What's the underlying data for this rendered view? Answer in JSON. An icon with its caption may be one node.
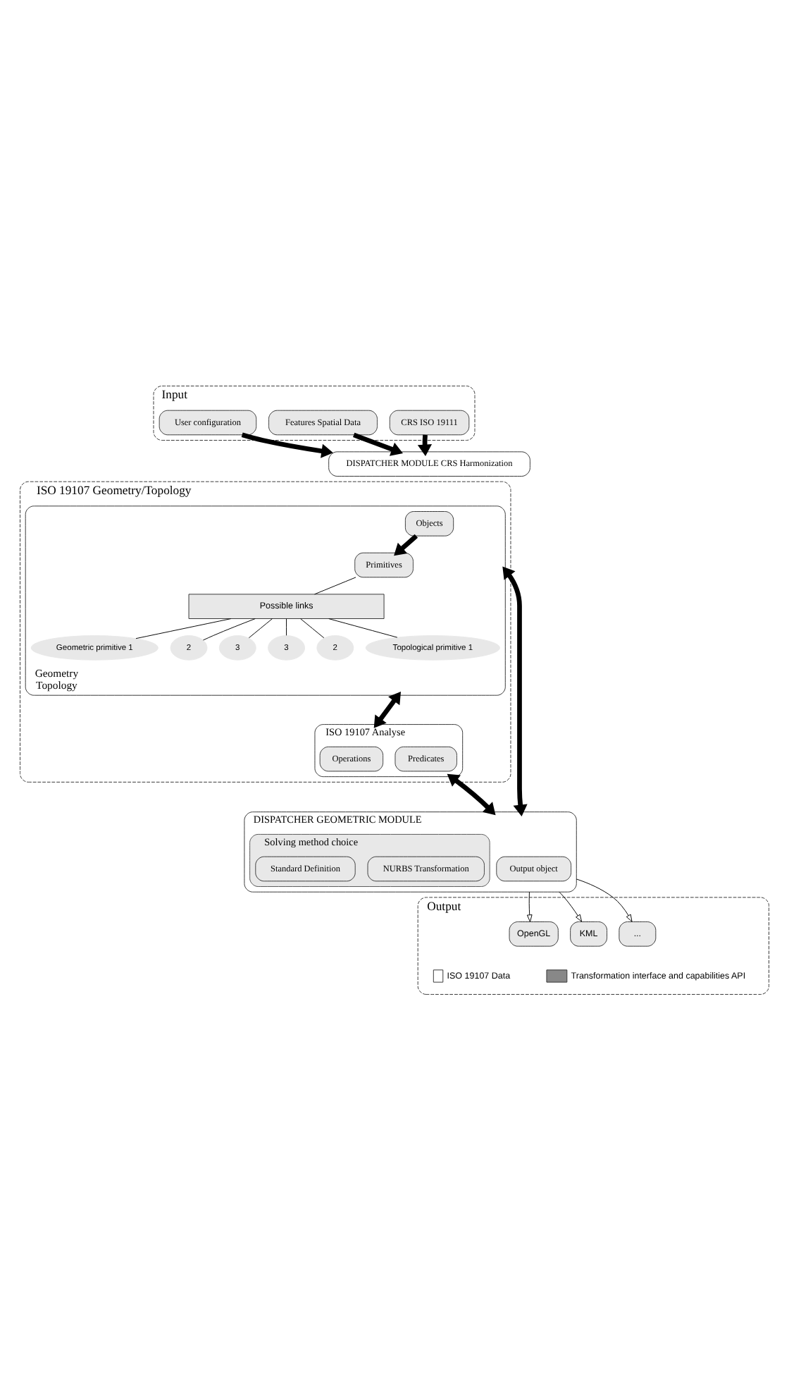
{
  "diagram": {
    "nodes": [
      {
        "text": [
          "Input"
        ]
      },
      {
        "text": [
          "User configuration"
        ],
        "in": 0
      },
      {
        "text": [
          "Features Spatial Data"
        ],
        "in": 0
      },
      {
        "text": [
          "CRS ISO 19111"
        ],
        "in": 0
      },
      {
        "text": [
          "DISPATCHER MODULE CRS Harmonization"
        ]
      },
      {
        "text": [
          "ISO 19107 Geometry/Topology"
        ]
      },
      {
        "text": [
          "Geometry",
          "Topology"
        ],
        "in": 5
      },
      {
        "text": [
          "Objects"
        ],
        "in": 6
      },
      {
        "text": [
          "Primitives"
        ],
        "in": 6
      },
      {
        "text": [
          "Possible links"
        ],
        "in": 6
      },
      {
        "text": [
          "Geometric primitive 1"
        ],
        "in": 6
      },
      {
        "text": [
          "2"
        ],
        "in": 6
      },
      {
        "text": [
          "3"
        ],
        "in": 6
      },
      {
        "text": [
          "3"
        ],
        "in": 6
      },
      {
        "text": [
          "2"
        ],
        "in": 6
      },
      {
        "text": [
          "Topological primitive 1"
        ],
        "in": 6
      },
      {
        "text": [
          "ISO 19107 Analyse"
        ],
        "in": 5
      },
      {
        "text": [
          "Predicates"
        ],
        "in": 16
      },
      {
        "text": [
          "Operations"
        ],
        "in": 16
      },
      {
        "text": [
          "DISPATCHER GEOMETRIC MODULE"
        ]
      },
      {
        "text": [
          "Solving method choice"
        ],
        "in": 19
      },
      {
        "text": [
          "NURBS Transformation"
        ],
        "in": 20
      },
      {
        "text": [
          "Standard Definition"
        ],
        "in": 20
      },
      {
        "text": [
          "Output object"
        ],
        "in": 19
      },
      {
        "text": [
          "Output"
        ]
      },
      {
        "text": [
          "OpenGL"
        ],
        "in": 24
      },
      {
        "text": [
          "KML"
        ],
        "in": 24
      },
      {
        "text": [
          "..."
        ],
        "in": 24
      }
    ],
    "edges": [
      {
        "from": 1,
        "to": 4,
        "arrow": "to",
        "style": "thick"
      },
      {
        "from": 2,
        "to": 4,
        "arrow": "to",
        "style": "thick"
      },
      {
        "from": 3,
        "to": 4,
        "arrow": "to",
        "style": "thick"
      },
      {
        "from": 7,
        "to": 8,
        "arrow": "to",
        "style": "thick"
      },
      {
        "from": 8,
        "to": 9,
        "arrow": "none"
      },
      {
        "from": 9,
        "to": 10,
        "arrow": "none"
      },
      {
        "from": 9,
        "to": 11,
        "arrow": "none"
      },
      {
        "from": 9,
        "to": 12,
        "arrow": "none"
      },
      {
        "from": 9,
        "to": 13,
        "arrow": "none"
      },
      {
        "from": 9,
        "to": 14,
        "arrow": "none"
      },
      {
        "from": 9,
        "to": 15,
        "arrow": "none"
      },
      {
        "from": 16,
        "to": 19,
        "arrow": "both",
        "style": "thick"
      },
      {
        "from": 6,
        "to": 19,
        "arrow": "both",
        "style": "thick"
      },
      {
        "from": 6,
        "to": 16,
        "arrow": "both",
        "style": "thick"
      },
      {
        "from": 19,
        "to": 25,
        "arrow": "to"
      },
      {
        "from": 19,
        "to": 26,
        "arrow": "to"
      },
      {
        "from": 19,
        "to": 27,
        "arrow": "to"
      }
    ],
    "legend": [
      {
        "text": "ISO 19107 Data"
      },
      {
        "text": "Transformation interface and capabilities API"
      }
    ]
  }
}
